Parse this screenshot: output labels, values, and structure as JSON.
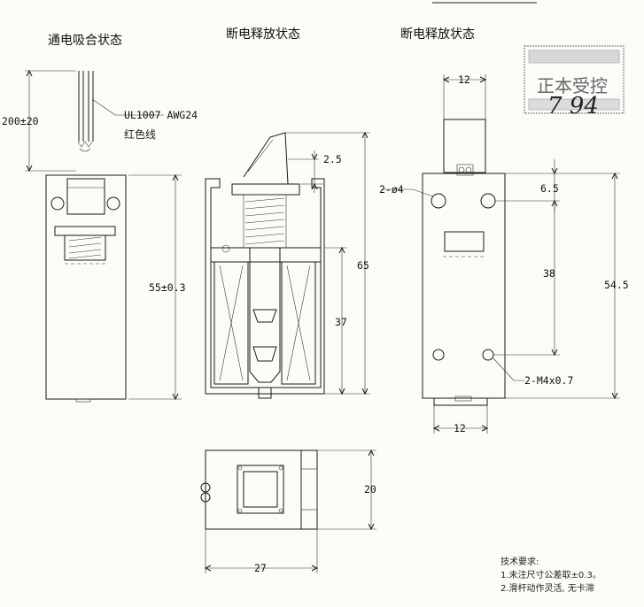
{
  "views": {
    "left_title": "通电吸合状态",
    "middle_title": "断电释放状态",
    "right_title": "断电释放状态"
  },
  "dimensions": {
    "lead_length": "200±20",
    "wire_spec": "UL1007 AWG24",
    "wire_color": "红色线",
    "body_length": "55±0.3",
    "stroke": "2.5",
    "overall_height": "65",
    "coil_height": "37",
    "top_width": "12",
    "mount_holes": "2-ø4",
    "hole_offset": "6.5",
    "hole_spacing_v": "38",
    "body_height_right": "54.5",
    "threaded_holes": "2-M4x0.7",
    "bottom_width": "12",
    "bottom_view_height": "20",
    "bottom_view_width": "27"
  },
  "notes": {
    "heading": "技术要求:",
    "line1": "1.未注尺寸公差取±0.3。",
    "line2": "2.滑杆动作灵活, 无卡滞"
  },
  "stamp": {
    "line1": "正本受控",
    "handwriting": "7 94"
  }
}
